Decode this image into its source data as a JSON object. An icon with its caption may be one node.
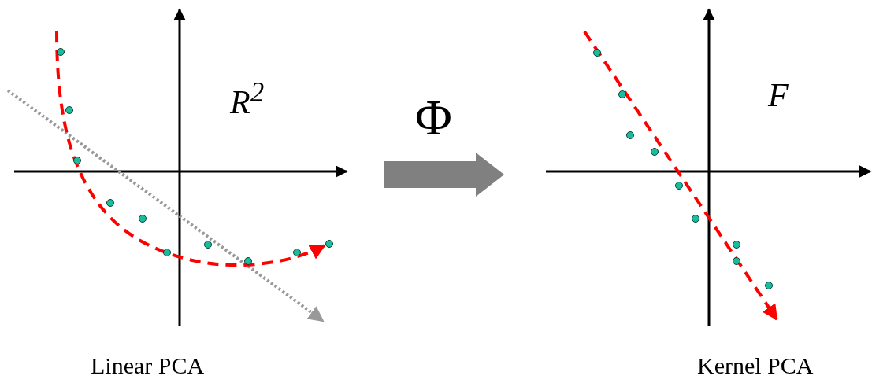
{
  "diagram": {
    "nodes": [
      {
        "text": [
          "*R*$^{2}$"
        ]
      },
      {
        "text": [
          "F"
        ]
      }
    ],
    "labels": [
      "Linear PCA",
      "Kernel PCA"
    ],
    "edges": [
      {
        "from": 0,
        "to": 1,
        "arrow": "to",
        "label": "Φ"
      }
    ]
  }
}
